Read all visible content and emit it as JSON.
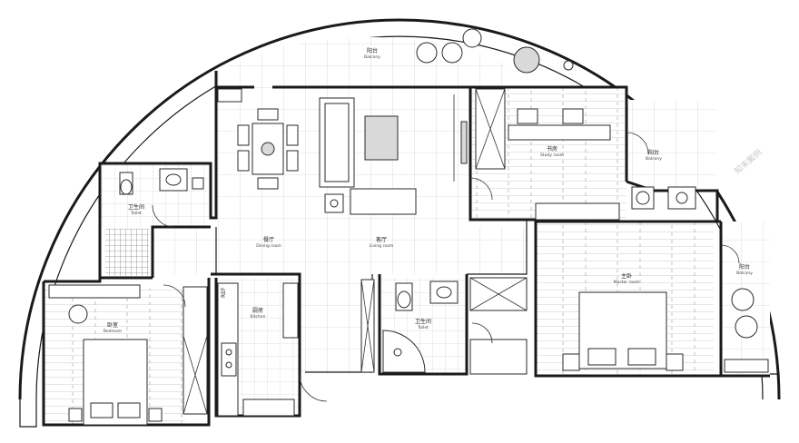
{
  "rooms": {
    "balcony_top": {
      "label": "阳台",
      "sub": "Balcony"
    },
    "living": {
      "label": "客厅",
      "sub": "Living room"
    },
    "dining": {
      "label": "餐厅",
      "sub": "Dining room"
    },
    "study": {
      "label": "书房",
      "sub": "Study room"
    },
    "balcony_right_top": {
      "label": "阳台",
      "sub": "Balcony"
    },
    "balcony_right": {
      "label": "阳台",
      "sub": "Balcony"
    },
    "master_bedroom": {
      "label": "主卧",
      "sub": "Master room"
    },
    "bathroom_left": {
      "label": "卫生间",
      "sub": "Toilet"
    },
    "bathroom_center": {
      "label": "卫生间",
      "sub": "Toilet"
    },
    "kitchen": {
      "label": "厨房",
      "sub": "Kitchen"
    },
    "bedroom_left": {
      "label": "卧室",
      "sub": "Bedroom"
    }
  },
  "fixtures": {
    "fridge": "REF"
  },
  "watermark": "知末案例"
}
